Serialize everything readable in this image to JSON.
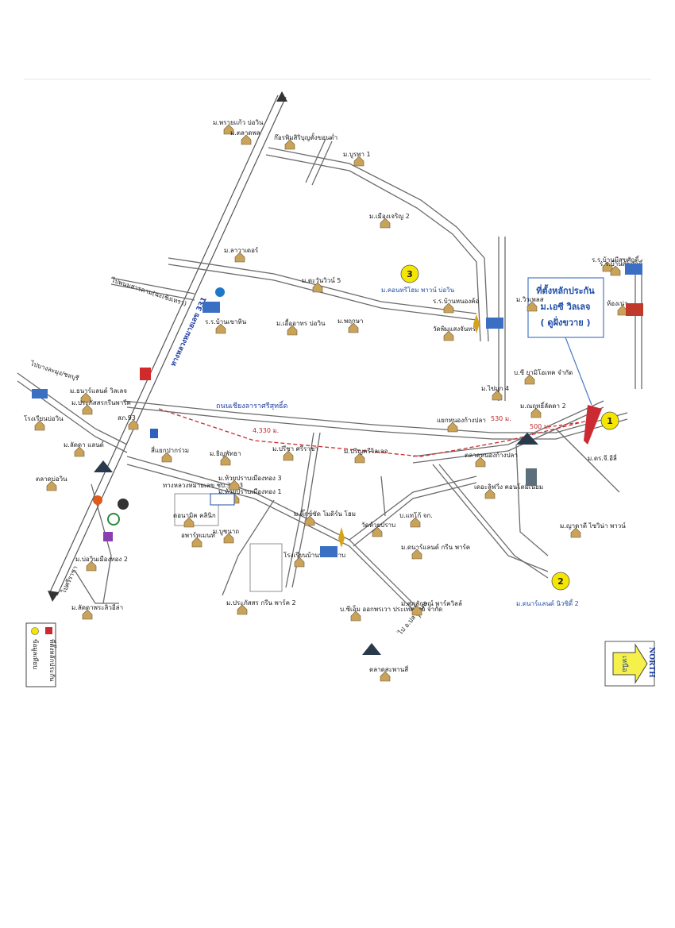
{
  "callout": {
    "line1": "ที่ตั้งหลักประกัน",
    "line2": "ม.เอซี วิลเลจ",
    "line3": "( ดูฝั่งขวาย )"
  },
  "markers": [
    {
      "num": "1",
      "label": "ม.ดร.จี.อีลี่"
    },
    {
      "num": "2",
      "label": "ม.ดนาร์แลนด์ นิวซิตี้ 2"
    },
    {
      "num": "3",
      "label": "ม.คอนทรีโฮม พาวน์ บ่อวิน"
    }
  ],
  "roads": {
    "hwy331": "ทางหลวงหมายเลข 331",
    "main_east": "ถนนเชียงลาราศรีสุทธิ์ด",
    "to_phanom": "ไปพนมสารคาม(ฉะเชิงเทรา)",
    "to_sriracha": "ไปศรีราชา",
    "to_chonburi": "ไปบางละมุง/ชลบุรี",
    "dist_4330": "4,330 ม.",
    "dist_530": "530 ม.",
    "dist_500": "500 ม.",
    "road_3013": "ทางหลวงหมายเลข ชบ.3013",
    "to_pluakdaeng": "ไป อ.ปลวกแดง"
  },
  "places": [
    "ม.พรายแก้ว บ่อวิน",
    "ม.ตลาดพล",
    "ก๊อรพิมสิริบุญตั้งขอนต่ำ",
    "ม.บูรพา 1",
    "ม.เมืองเจริญ 2",
    "ม.ลาวาเดอร์",
    "ม.ตะวันวิวน์ 5",
    "ร.ร.บ้านเขาหิน",
    "ม.เอื้ออาทร บ่อวิน",
    "ม.พฤกษา",
    "ร.ร.บ้านหนองค้อ",
    "วัดพิมแสงจันทร์",
    "ร.ร.บ้านมีสุขศักดิ์",
    "ร.ร.บ้านสุขศักดิ์",
    "ห้องเน่า",
    "ม.วิวเพลส",
    "บ.ซี ยามิโอเทค จำกัด",
    "ม.ไข่มุก 4",
    "ม.ณฤทธิ์ลัดดา 2",
    "แยกหนองก้างปลา",
    "ตลาดหนองก้างปลา",
    "เดอะลิฟวิ่ง คอนโดมิเนียม",
    "ม.ญาดาดี ไซวิน่า พาวน์",
    "ม.ปริญครีวิลเลจ",
    "ม.ปรีชา ศรีราชา",
    "ม.ธิญพัทธา",
    "ม.ห้วยปราบเมืองทอง 3",
    "ม.ห้วยปราบเมืองทอง 1",
    "ม.ดิ๊กซ์ซัด โมดิร์น โฮม",
    "บ.แทโก้ จก.",
    "วัดห้วยปราบ",
    "ม.ดนาร์แลนด์ กรีน พาร์ค",
    "โรงเรียนบ้านห้วยปราบ",
    "ม.ประภัสสร กรีน พาร์ค 2",
    "บ.ซีเอ็ม ออกพรเวา ประเทศไทย จำกัด",
    "ม.ศุภลักษณ์ พาร์ควิลล์",
    "ตลาดสะพานสี่",
    "ม.ธนาร์แลนด์ วิลเลจ",
    "ม.ประภัสสรกรีนพาร์ค",
    "โรงเรียนบ่อวิน",
    "ม.ลัดดา แลนด์",
    "ตลาดบ่อวิน",
    "สี่แยกปากร่วม",
    "ม.บ่อวินเมืองทอง 2",
    "ม.ลัดดาพระลิวอีล่า",
    "ม.บูชนาถ",
    "ดอนามิค คลินิก",
    "อพาร์ทเมนท์",
    "สภ.93"
  ],
  "legend": {
    "item1": "ที่ตั้งหลักประกัน",
    "item2": "ข้อมูลเทียบ"
  },
  "north": {
    "label": "NORTH",
    "word": "เหนือ"
  }
}
